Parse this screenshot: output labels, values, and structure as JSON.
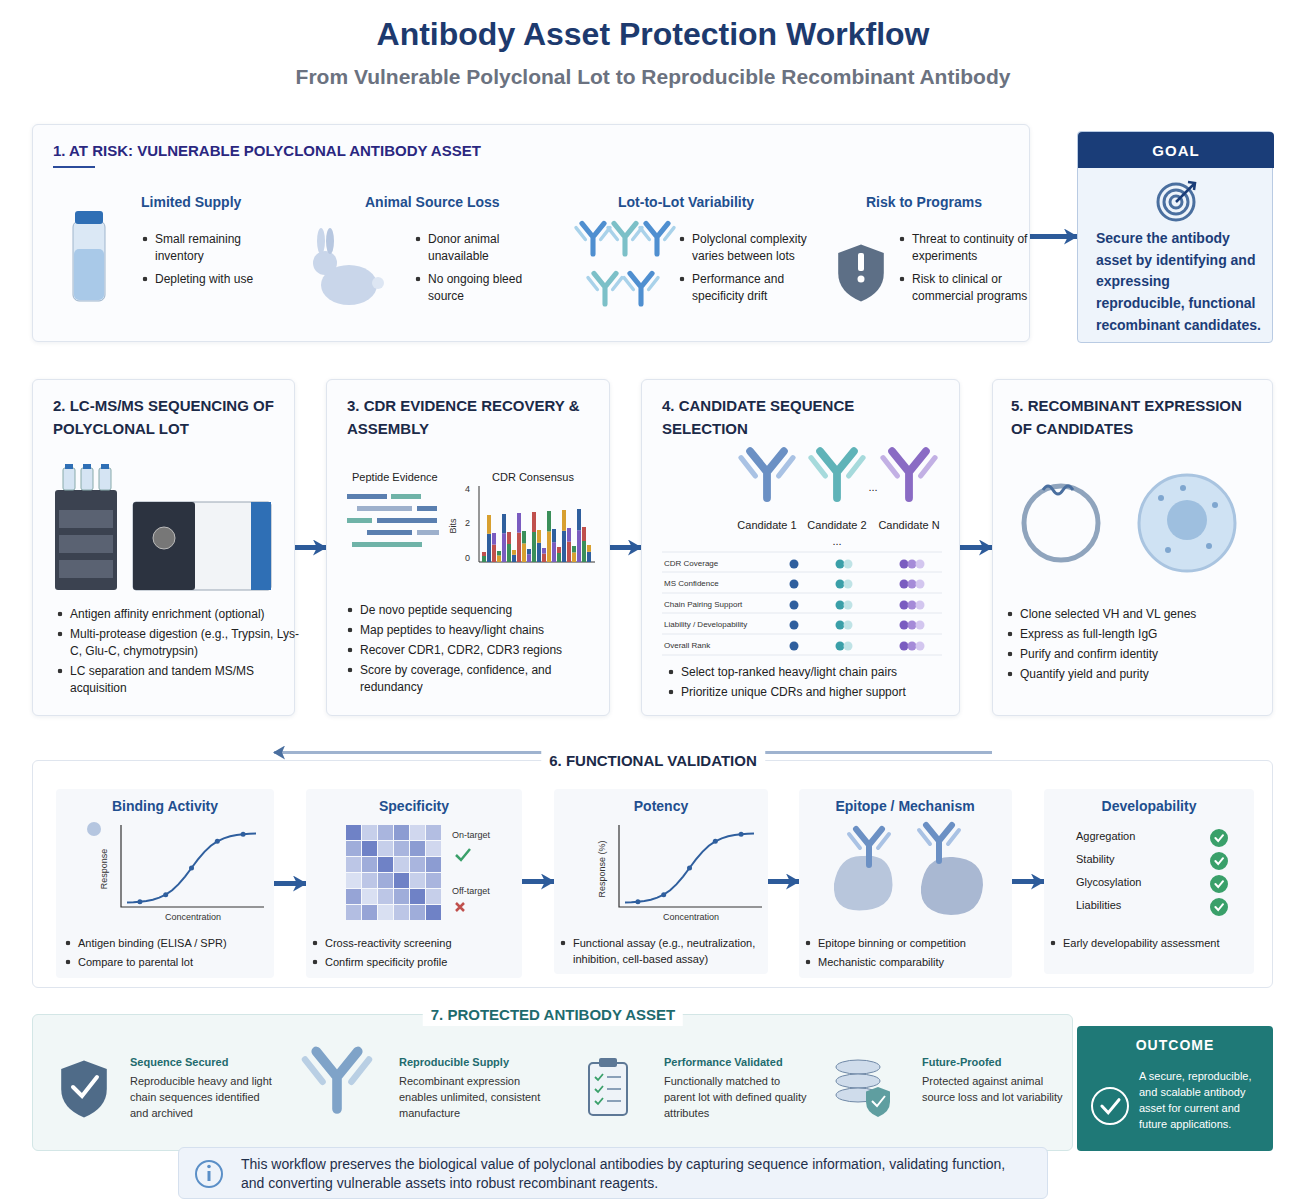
{
  "diagram": {
    "title": "Antibody Asset Protection Workflow",
    "nodes": [
      {
        "text": [
          "1. AT RISK: VULNERABLE POLYCLONAL ANTIBODY ASSET",
          "Limited Supply",
          "Small remaining inventory",
          "Depleting with use",
          "Animal Source Loss",
          "Donor animal unavailable",
          "No ongoing bleed source",
          "Lot-to-Lot Variability",
          "Polyclonal complexity varies between lots",
          "Performance and specificity drift",
          "Risk to Programs",
          "Threat to continuity of experiments",
          "Risk to clinical or commercial programs"
        ]
      },
      {
        "text": [
          "GOAL",
          "Secure the antibody asset by identifying and expressing reproducible, functional recombinant candidates."
        ]
      },
      {
        "text": [
          "2. LC-MS/MS SEQUENCING OF POLYCLONAL LOT",
          "Antigen affinity enrichment (optional)",
          "Multi-protease digestion (e.g., Trypsin, Lys-C, Glu-C, chymotrypsin)",
          "LC separation and tandem MS/MS acquisition"
        ]
      },
      {
        "text": [
          "3. CDR EVIDENCE RECOVERY & ASSEMBLY",
          "Peptide Evidence",
          "CDR Consensus",
          "Bits",
          "4",
          "2",
          "0",
          "De novo peptide sequencing",
          "Map peptides to heavy/light chains",
          "Recover CDR1, CDR2, CDR3 regions",
          "Score by coverage, confidence, and redundancy"
        ]
      },
      {
        "text": [
          "4. CANDIDATE SEQUENCE SELECTION",
          "Candidate 1",
          "Candidate 2",
          "...",
          "Candidate N",
          "...",
          "CDR Coverage",
          "MS Confidence",
          "Chain Pairing Support",
          "Liability / Developability",
          "Overall Rank",
          "Select top-ranked heavy/light chain pairs",
          "Prioritize unique CDRs and higher support"
        ]
      },
      {
        "text": [
          "5. RECOMBINANT EXPRESSION OF CANDIDATES",
          "Clone selected VH and VL genes",
          "Express as full-length IgG",
          "Purify and confirm identity",
          "Quantify yield and purity"
        ]
      },
      {
        "text": [
          "6. FUNCTIONAL VALIDATION"
        ]
      },
      {
        "text": [
          "Binding Activity",
          "Response",
          "Concentration",
          "Antigen binding (ELISA / SPR)",
          "Compare to parental lot"
        ],
        "in": 6
      },
      {
        "text": [
          "Specificity",
          "On-target",
          "Off-target",
          "Cross-reactivity screening",
          "Confirm specificity profile"
        ],
        "in": 6
      },
      {
        "text": [
          "Potency",
          "Response (%)",
          "Concentration",
          "Functional assay (e.g., neutralization, inhibition, cell-based assay)"
        ],
        "in": 6
      },
      {
        "text": [
          "Epitope / Mechanism",
          "Epitope binning or competition",
          "Mechanistic comparability"
        ],
        "in": 6
      },
      {
        "text": [
          "Developability",
          "Aggregation",
          "Stability",
          "Glycosylation",
          "Liabilities",
          "Early developability assessment"
        ],
        "in": 6
      },
      {
        "text": [
          "7. PROTECTED ANTIBODY ASSET",
          "Sequence Secured",
          "Reproducible heavy and light chain sequences identified and archived",
          "Reproducible Supply",
          "Recombinant expression enables unlimited, consistent manufacture",
          "Performance Validated",
          "Functionally matched to parent lot with defined quality attributes",
          "Future-Proofed",
          "Protected against animal source loss and lot variability"
        ]
      },
      {
        "text": [
          "OUTCOME",
          "A secure, reproducible, and scalable antibody asset for current and future applications."
        ]
      },
      {
        "text": [
          "This workflow preserves the biological value of polyclonal antibodies by capturing sequence information, validating function, and converting vulnerable assets into robust recombinant reagents."
        ]
      }
    ],
    "edges": [
      {
        "from": 0,
        "to": 1,
        "arrow": "to"
      },
      {
        "from": 2,
        "to": 3,
        "arrow": "to"
      },
      {
        "from": 3,
        "to": 4,
        "arrow": "to"
      },
      {
        "from": 4,
        "to": 5,
        "arrow": "to"
      },
      {
        "from": 5,
        "to": 7,
        "arrow": "to"
      },
      {
        "from": 7,
        "to": 8,
        "arrow": "to"
      },
      {
        "from": 8,
        "to": 9,
        "arrow": "to"
      },
      {
        "from": 9,
        "to": 10,
        "arrow": "to"
      },
      {
        "from": 10,
        "to": 11,
        "arrow": "to"
      }
    ],
    "labels": [
      "From Vulnerable Polyclonal Lot to Reproducible Recombinant Antibody"
    ]
  }
}
